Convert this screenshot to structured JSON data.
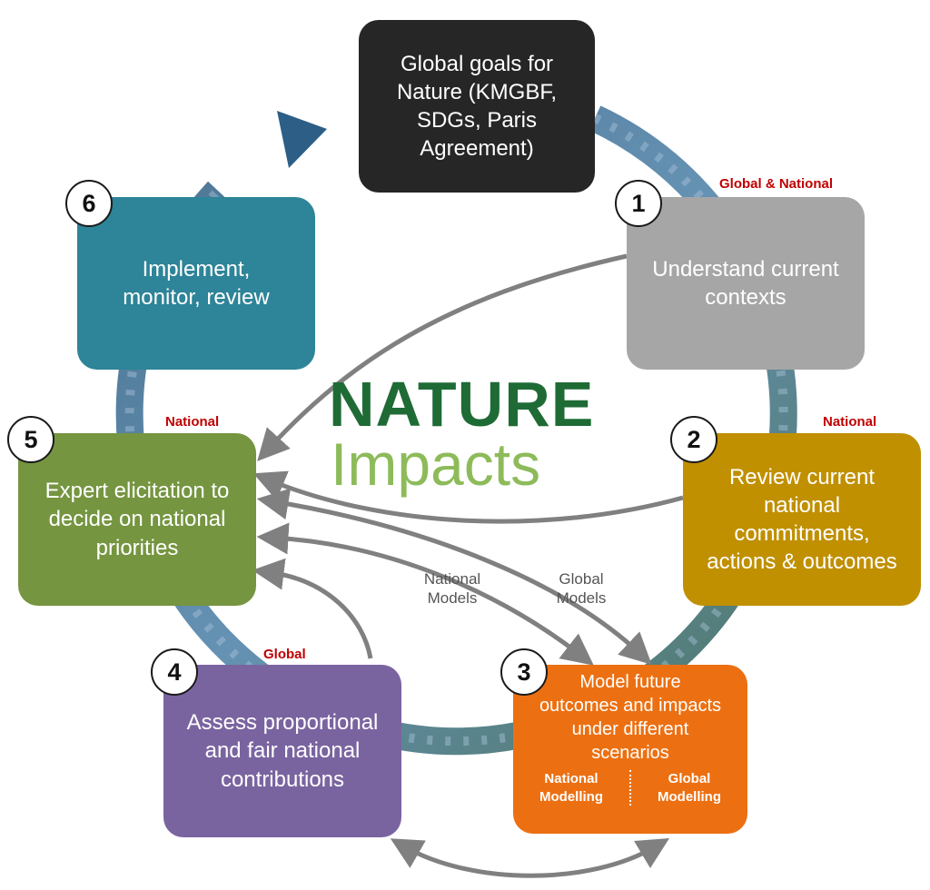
{
  "logo": {
    "line1": "NATURE",
    "line2": "Impacts"
  },
  "goal_box": {
    "text": "Global goals for\nNature (KMGBF,\nSDGs, Paris\nAgreement)"
  },
  "steps": [
    {
      "number": "1",
      "text": "Understand current\ncontexts",
      "scope": "Global & National",
      "color": "#a6a6a6"
    },
    {
      "number": "2",
      "text": "Review current\nnational\ncommitments,\nactions & outcomes",
      "scope": "National",
      "color": "#c09000"
    },
    {
      "number": "3",
      "text": "Model future\noutcomes and impacts\nunder different\nscenarios",
      "scope": "",
      "color": "#ec7012",
      "sub_left": "National\nModelling",
      "sub_right": "Global\nModelling"
    },
    {
      "number": "4",
      "text": "Assess proportional\nand fair national\ncontributions",
      "scope": "Global",
      "color": "#7a64a0"
    },
    {
      "number": "5",
      "text": "Expert elicitation to\ndecide on national\npriorities",
      "scope": "National",
      "color": "#759540"
    },
    {
      "number": "6",
      "text": "Implement,\nmonitor, review",
      "scope": "",
      "color": "#2e8498"
    }
  ],
  "arrow_labels": {
    "national_models": "National\nModels",
    "global_models": "Global\nModels"
  },
  "colors": {
    "goal_box": "#262626",
    "ring": "#3a6080",
    "arrow": "#808080",
    "scope_text": "#c00000"
  }
}
